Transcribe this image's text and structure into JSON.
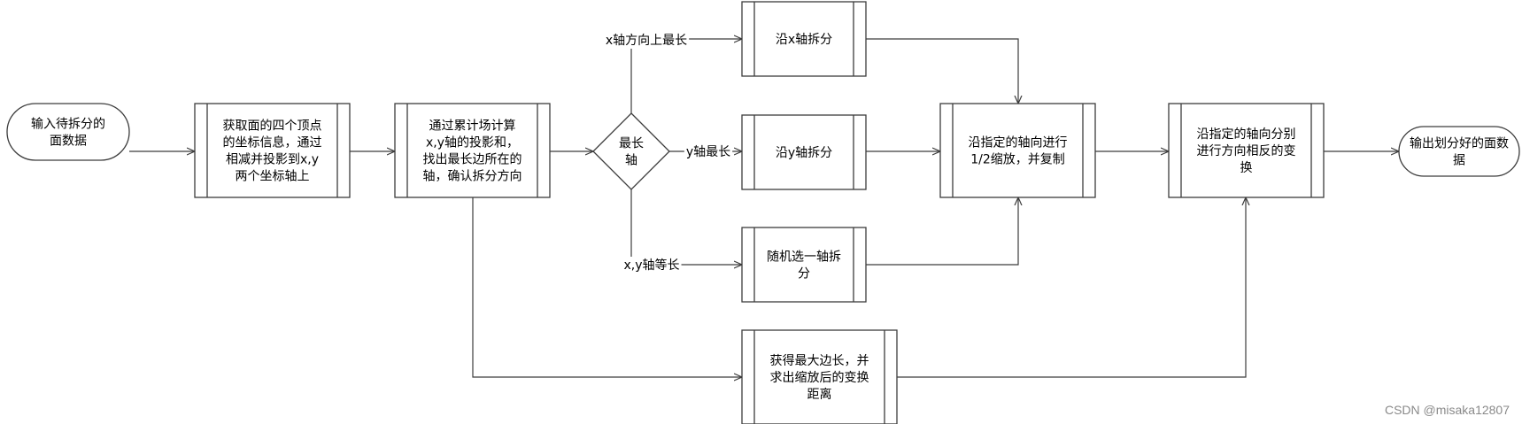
{
  "diagram": {
    "nodes": [
      {
        "id": "input",
        "shape": "stadium",
        "lines": [
          "输入待拆分的",
          "面数据"
        ]
      },
      {
        "id": "get_vertices",
        "shape": "process",
        "lines": [
          "获取面的四个顶点",
          "的坐标信息，通过",
          "相减并投影到x,y",
          "两个坐标轴上"
        ]
      },
      {
        "id": "compute_axis",
        "shape": "process",
        "lines": [
          "通过累计场计算",
          "x,y轴的投影和，",
          "找出最长边所在的",
          "轴，确认拆分方向"
        ]
      },
      {
        "id": "longest_axis",
        "shape": "diamond",
        "lines": [
          "最长",
          "轴"
        ]
      },
      {
        "id": "split_x",
        "shape": "process",
        "lines": [
          "沿x轴拆分"
        ]
      },
      {
        "id": "split_y",
        "shape": "process",
        "lines": [
          "沿y轴拆分"
        ]
      },
      {
        "id": "split_random",
        "shape": "process",
        "lines": [
          "随机选一轴拆",
          "分"
        ]
      },
      {
        "id": "max_edge",
        "shape": "process",
        "lines": [
          "获得最大边长，并",
          "求出缩放后的变换",
          "距离"
        ]
      },
      {
        "id": "scale_copy",
        "shape": "process",
        "lines": [
          "沿指定的轴向进行",
          "1/2缩放，并复制"
        ]
      },
      {
        "id": "transform",
        "shape": "process",
        "lines": [
          "沿指定的轴向分别",
          "进行方向相反的变",
          "换"
        ]
      },
      {
        "id": "output",
        "shape": "stadium",
        "lines": [
          "输出划分好的面数",
          "据"
        ]
      }
    ],
    "edges": [
      {
        "from": "input",
        "to": "get_vertices",
        "label": ""
      },
      {
        "from": "get_vertices",
        "to": "compute_axis",
        "label": ""
      },
      {
        "from": "compute_axis",
        "to": "longest_axis",
        "label": ""
      },
      {
        "from": "compute_axis",
        "to": "max_edge",
        "label": ""
      },
      {
        "from": "longest_axis",
        "to": "split_x",
        "label": "x轴方向上最长"
      },
      {
        "from": "longest_axis",
        "to": "split_y",
        "label": "y轴最长"
      },
      {
        "from": "longest_axis",
        "to": "split_random",
        "label": "x,y轴等长"
      },
      {
        "from": "split_x",
        "to": "scale_copy",
        "label": ""
      },
      {
        "from": "split_y",
        "to": "scale_copy",
        "label": ""
      },
      {
        "from": "split_random",
        "to": "scale_copy",
        "label": ""
      },
      {
        "from": "scale_copy",
        "to": "transform",
        "label": ""
      },
      {
        "from": "max_edge",
        "to": "transform",
        "label": ""
      },
      {
        "from": "transform",
        "to": "output",
        "label": ""
      }
    ]
  },
  "watermark": "CSDN @misaka12807",
  "colors": {
    "stroke": "#3c3c3c",
    "fill": "#ffffff",
    "text": "#000000",
    "watermark": "#8a8a8a"
  }
}
